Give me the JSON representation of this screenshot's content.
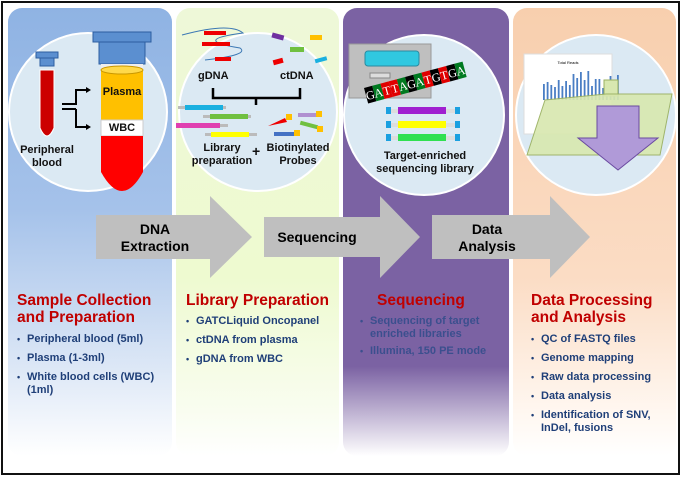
{
  "panels": [
    {
      "title": "Sample Collection and Preparation",
      "title_lines": [
        "Sample Collection",
        "and Preparation"
      ],
      "color": "#8fb3e3",
      "bullets": [
        "Peripheral blood (5ml)",
        "Plasma (1-3ml)",
        "White blood cells (WBC) (1ml)"
      ],
      "labels": {
        "blood": [
          "Peripheral",
          "blood"
        ],
        "plasma": "Plasma",
        "wbc": "WBC"
      }
    },
    {
      "title": "Library Preparation",
      "color": "#eefad0",
      "bullets": [
        "GATCLiquid Oncopanel",
        "ctDNA from plasma",
        "gDNA from WBC"
      ],
      "labels": {
        "gdna": "gDNA",
        "ctdna": "ctDNA",
        "library": [
          "Library",
          "preparation"
        ],
        "plus": "+",
        "probes": [
          "Biotinylated",
          "Probes"
        ]
      }
    },
    {
      "title": "Sequencing",
      "color": "#7b62a3",
      "bullets": [
        "Sequencing of target enriched libraries",
        "Illumina, 150 PE mode"
      ],
      "labels": {
        "sequence": "GATTAGATGTGA",
        "library": [
          "Target-enriched",
          "sequencing library"
        ]
      }
    },
    {
      "title": "Data Processing and Analysis",
      "title_lines": [
        "Data Processing",
        "and  Analysis"
      ],
      "color": "#f8cfae",
      "bullets": [
        "QC of FASTQ files",
        "Genome mapping",
        "Raw data processing",
        "Data analysis",
        "Identification of SNV, InDel, fusions"
      ],
      "labels": {
        "chart_title": "Total Reads"
      }
    }
  ],
  "arrows": [
    {
      "label_lines": [
        "DNA",
        "Extraction"
      ]
    },
    {
      "label_lines": [
        "Sequencing"
      ]
    },
    {
      "label_lines": [
        "Data",
        "Analysis"
      ]
    }
  ],
  "colors": {
    "title": "#c00000",
    "bullet": "#1f3f78",
    "arrow": "#bfbfbf"
  }
}
